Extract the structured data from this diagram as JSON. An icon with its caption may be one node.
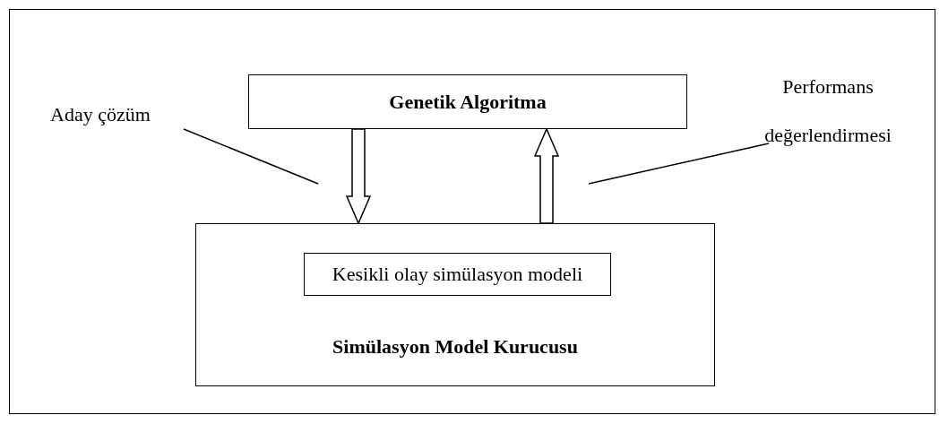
{
  "diagram": {
    "nodes": [
      {
        "text": [
          "Genetik Algoritma"
        ]
      },
      {
        "text": [
          "Simülasyon Model Kurucusu"
        ]
      },
      {
        "text": [
          "Kesikli olay simülasyon modeli"
        ],
        "in": 1
      },
      {
        "text": [
          "Aday çözüm"
        ]
      },
      {
        "text": [
          "Performans değerlendirmesi"
        ]
      }
    ],
    "edges": [
      {
        "from": 0,
        "to": 1,
        "arrow": "to",
        "style": "thick"
      },
      {
        "from": 1,
        "to": 0,
        "arrow": "to",
        "style": "thick"
      },
      {
        "from": 3,
        "to": null,
        "arrow": "none"
      },
      {
        "from": 4,
        "to": null,
        "arrow": "none"
      }
    ]
  }
}
